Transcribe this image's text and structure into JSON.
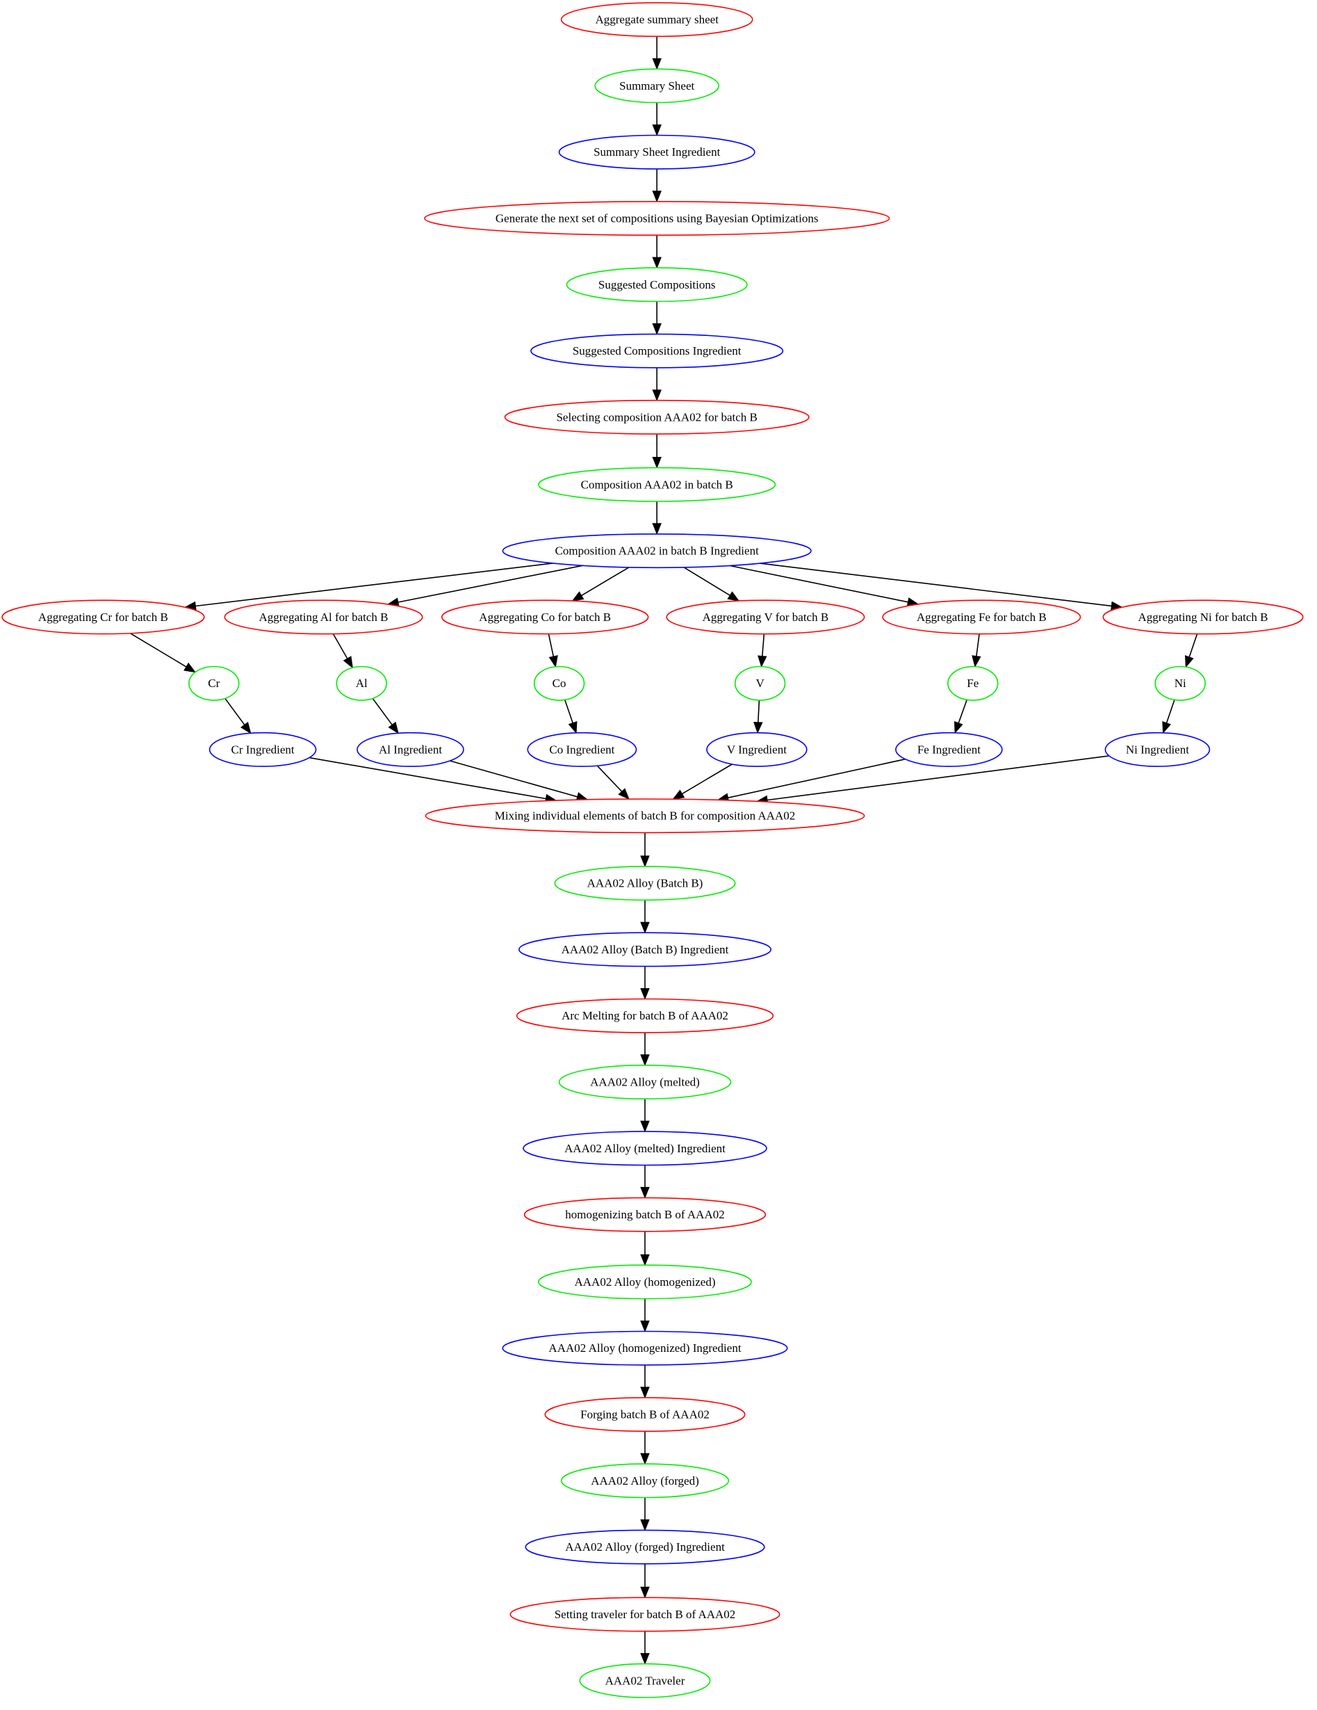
{
  "colors": {
    "process": "#ff0000",
    "material": "#00ee00",
    "ingredient": "#0000ff",
    "edge": "#000000"
  },
  "nodes": [
    {
      "id": "n1",
      "label": "Aggregate summary sheet",
      "kind": "process"
    },
    {
      "id": "n2",
      "label": "Summary Sheet",
      "kind": "material"
    },
    {
      "id": "n3",
      "label": "Summary Sheet Ingredient",
      "kind": "ingredient"
    },
    {
      "id": "n4",
      "label": "Generate the next set of compositions using Bayesian Optimizations",
      "kind": "process"
    },
    {
      "id": "n5",
      "label": "Suggested Compositions",
      "kind": "material"
    },
    {
      "id": "n6",
      "label": "Suggested Compositions Ingredient",
      "kind": "ingredient"
    },
    {
      "id": "n7",
      "label": "Selecting composition AAA02 for batch B",
      "kind": "process"
    },
    {
      "id": "n8",
      "label": "Composition AAA02 in batch B",
      "kind": "material"
    },
    {
      "id": "n9",
      "label": "Composition AAA02 in batch B  Ingredient",
      "kind": "ingredient"
    },
    {
      "id": "a1",
      "label": "Aggregating Cr for batch B",
      "kind": "process"
    },
    {
      "id": "a2",
      "label": "Aggregating Al for batch B",
      "kind": "process"
    },
    {
      "id": "a3",
      "label": "Aggregating Co for batch B",
      "kind": "process"
    },
    {
      "id": "a4",
      "label": "Aggregating V for batch B",
      "kind": "process"
    },
    {
      "id": "a5",
      "label": "Aggregating Fe for batch B",
      "kind": "process"
    },
    {
      "id": "a6",
      "label": "Aggregating Ni for batch B",
      "kind": "process"
    },
    {
      "id": "m1",
      "label": "Cr",
      "kind": "material"
    },
    {
      "id": "m2",
      "label": "Al",
      "kind": "material"
    },
    {
      "id": "m3",
      "label": "Co",
      "kind": "material"
    },
    {
      "id": "m4",
      "label": "V",
      "kind": "material"
    },
    {
      "id": "m5",
      "label": "Fe",
      "kind": "material"
    },
    {
      "id": "m6",
      "label": "Ni",
      "kind": "material"
    },
    {
      "id": "i1",
      "label": "Cr Ingredient",
      "kind": "ingredient"
    },
    {
      "id": "i2",
      "label": "Al Ingredient",
      "kind": "ingredient"
    },
    {
      "id": "i3",
      "label": "Co Ingredient",
      "kind": "ingredient"
    },
    {
      "id": "i4",
      "label": "V Ingredient",
      "kind": "ingredient"
    },
    {
      "id": "i5",
      "label": "Fe Ingredient",
      "kind": "ingredient"
    },
    {
      "id": "i6",
      "label": "Ni Ingredient",
      "kind": "ingredient"
    },
    {
      "id": "p1",
      "label": "Mixing individual elements of batch B for composition AAA02",
      "kind": "process"
    },
    {
      "id": "p2",
      "label": "AAA02 Alloy (Batch B)",
      "kind": "material"
    },
    {
      "id": "p3",
      "label": "AAA02 Alloy (Batch B) Ingredient",
      "kind": "ingredient"
    },
    {
      "id": "p4",
      "label": "Arc Melting for batch B of AAA02",
      "kind": "process"
    },
    {
      "id": "p5",
      "label": "AAA02 Alloy (melted)",
      "kind": "material"
    },
    {
      "id": "p6",
      "label": "AAA02 Alloy (melted) Ingredient",
      "kind": "ingredient"
    },
    {
      "id": "p7",
      "label": "homogenizing batch B of AAA02",
      "kind": "process"
    },
    {
      "id": "p8",
      "label": "AAA02 Alloy (homogenized)",
      "kind": "material"
    },
    {
      "id": "p9",
      "label": "AAA02 Alloy (homogenized) Ingredient",
      "kind": "ingredient"
    },
    {
      "id": "p10",
      "label": "Forging batch B of AAA02",
      "kind": "process"
    },
    {
      "id": "p11",
      "label": "AAA02 Alloy (forged)",
      "kind": "material"
    },
    {
      "id": "p12",
      "label": "AAA02 Alloy (forged) Ingredient",
      "kind": "ingredient"
    },
    {
      "id": "p13",
      "label": "Setting traveler for batch B of AAA02",
      "kind": "process"
    },
    {
      "id": "p14",
      "label": "AAA02 Traveler",
      "kind": "material"
    }
  ],
  "edges": [
    [
      "n1",
      "n2"
    ],
    [
      "n2",
      "n3"
    ],
    [
      "n3",
      "n4"
    ],
    [
      "n4",
      "n5"
    ],
    [
      "n5",
      "n6"
    ],
    [
      "n6",
      "n7"
    ],
    [
      "n7",
      "n8"
    ],
    [
      "n8",
      "n9"
    ],
    [
      "n9",
      "a1"
    ],
    [
      "n9",
      "a2"
    ],
    [
      "n9",
      "a3"
    ],
    [
      "n9",
      "a4"
    ],
    [
      "n9",
      "a5"
    ],
    [
      "n9",
      "a6"
    ],
    [
      "a1",
      "m1"
    ],
    [
      "a2",
      "m2"
    ],
    [
      "a3",
      "m3"
    ],
    [
      "a4",
      "m4"
    ],
    [
      "a5",
      "m5"
    ],
    [
      "a6",
      "m6"
    ],
    [
      "m1",
      "i1"
    ],
    [
      "m2",
      "i2"
    ],
    [
      "m3",
      "i3"
    ],
    [
      "m4",
      "i4"
    ],
    [
      "m5",
      "i5"
    ],
    [
      "m6",
      "i6"
    ],
    [
      "i1",
      "p1"
    ],
    [
      "i2",
      "p1"
    ],
    [
      "i3",
      "p1"
    ],
    [
      "i4",
      "p1"
    ],
    [
      "i5",
      "p1"
    ],
    [
      "i6",
      "p1"
    ],
    [
      "p1",
      "p2"
    ],
    [
      "p2",
      "p3"
    ],
    [
      "p3",
      "p4"
    ],
    [
      "p4",
      "p5"
    ],
    [
      "p5",
      "p6"
    ],
    [
      "p6",
      "p7"
    ],
    [
      "p7",
      "p8"
    ],
    [
      "p8",
      "p9"
    ],
    [
      "p9",
      "p10"
    ],
    [
      "p10",
      "p11"
    ],
    [
      "p11",
      "p12"
    ],
    [
      "p12",
      "p13"
    ],
    [
      "p13",
      "p14"
    ]
  ]
}
